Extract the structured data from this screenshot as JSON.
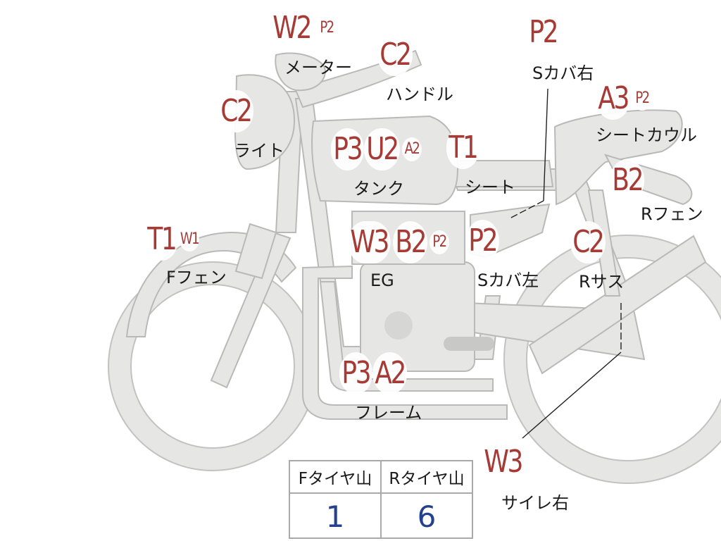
{
  "parts": [
    {
      "id": "meter",
      "label": "メーター",
      "main": "W2",
      "sub": "P2"
    },
    {
      "id": "handle",
      "label": "ハンドル",
      "main": "C2",
      "sub": ""
    },
    {
      "id": "light",
      "label": "ライト",
      "main": "C2",
      "sub": ""
    },
    {
      "id": "tank",
      "label": "タンク",
      "main": "P3",
      "main2": "U2",
      "sub": "A2"
    },
    {
      "id": "seat",
      "label": "シート",
      "main": "T1",
      "sub": ""
    },
    {
      "id": "s-cover-right",
      "label": "Sカバ右",
      "main": "P2",
      "sub": ""
    },
    {
      "id": "seat-cowl",
      "label": "シートカウル",
      "main": "A3",
      "sub": "P2"
    },
    {
      "id": "r-fender",
      "label": "Rフェン",
      "main": "B2",
      "sub": ""
    },
    {
      "id": "f-fender",
      "label": "Fフェン",
      "main": "T1",
      "sub": "W1"
    },
    {
      "id": "engine",
      "label": "EG",
      "main": "W3",
      "main2": "B2",
      "sub": "P2"
    },
    {
      "id": "s-cover-left",
      "label": "Sカバ左",
      "main": "P2",
      "sub": ""
    },
    {
      "id": "r-suspension",
      "label": "Rサス",
      "main": "C2",
      "sub": ""
    },
    {
      "id": "frame",
      "label": "フレーム",
      "main": "P3",
      "main2": "A2",
      "sub": ""
    },
    {
      "id": "muffler-right",
      "label": "サイレ右",
      "main": "W3",
      "sub": ""
    }
  ],
  "tread_table": {
    "headers": [
      "Fタイヤ山",
      "Rタイヤ山"
    ],
    "values": [
      "1",
      "6"
    ]
  },
  "colors": {
    "grade_text": "#a63b36",
    "value_text": "#25408f",
    "part_fill": "#e6e6e4"
  }
}
